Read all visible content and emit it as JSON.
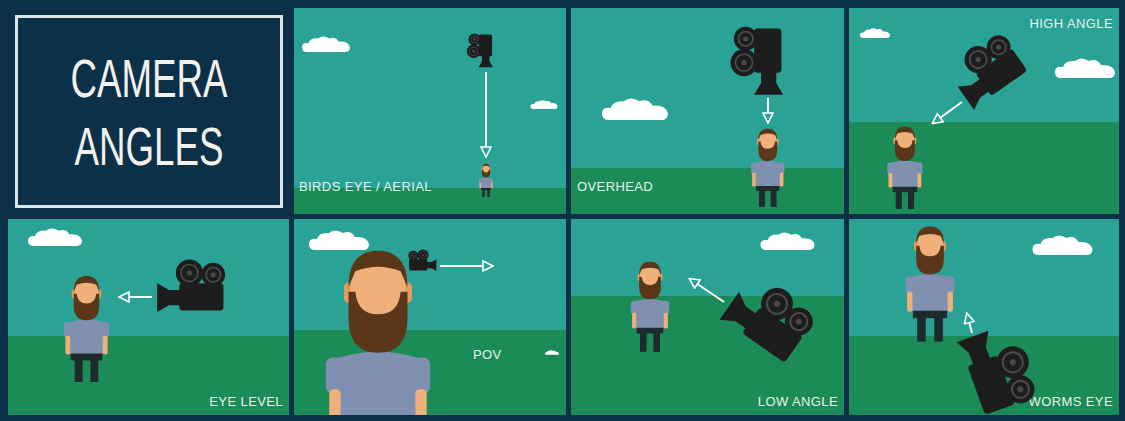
{
  "diagram": {
    "title": "CAMERA ANGLES",
    "nodes": [
      {
        "text": [
          "BIRDS EYE / AERIAL"
        ]
      },
      {
        "text": [
          "OVERHEAD"
        ]
      },
      {
        "text": [
          "HIGH ANGLE"
        ]
      },
      {
        "text": [
          "EYE LEVEL"
        ]
      },
      {
        "text": [
          "POV"
        ]
      },
      {
        "text": [
          "LOW ANGLE"
        ]
      },
      {
        "text": [
          "WORMS EYE"
        ]
      }
    ]
  }
}
